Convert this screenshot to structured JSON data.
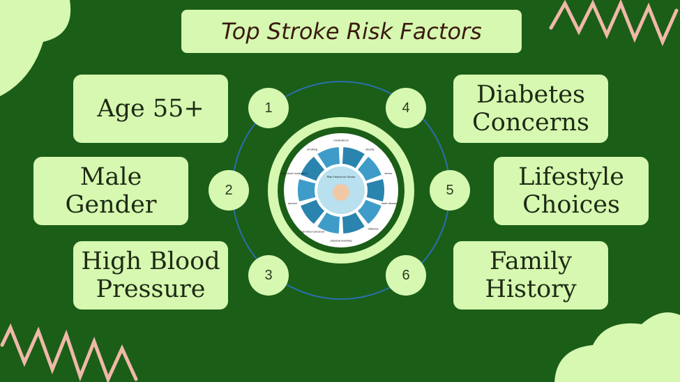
{
  "title": "Top Stroke Risk Factors",
  "factors": [
    {
      "number": "1",
      "line1": "Age 55+",
      "line2": ""
    },
    {
      "number": "2",
      "line1": "Male",
      "line2": "Gender"
    },
    {
      "number": "3",
      "line1": "High Blood",
      "line2": "Pressure"
    },
    {
      "number": "4",
      "line1": "Diabetes",
      "line2": "Concerns"
    },
    {
      "number": "5",
      "line1": "Lifestyle",
      "line2": "Choices"
    },
    {
      "number": "6",
      "line1": "Family",
      "line2": "History"
    }
  ],
  "wheel": {
    "center_label": "Risk Factors for Stroke",
    "labels": [
      "medications",
      "obesity",
      "stress",
      "heart disease",
      "diabetes",
      "physical inactivity",
      "high blood pressure",
      "alcohol",
      "high blood cholesterol",
      "smoking"
    ]
  },
  "colors": {
    "background": "#1b5e17",
    "box": "#d6f8b0",
    "ring": "#2a6fb0",
    "zigzag": "#f0b8a8"
  }
}
